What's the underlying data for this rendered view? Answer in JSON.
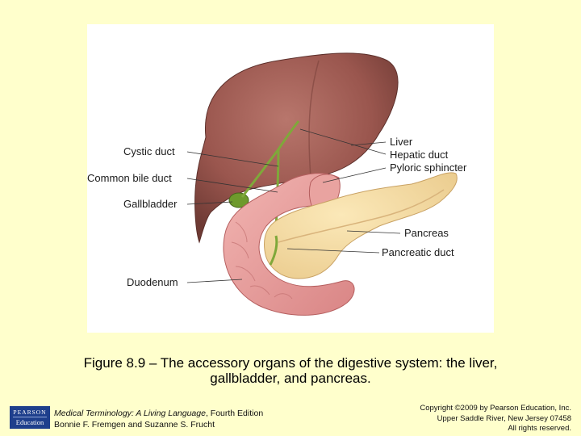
{
  "figure": {
    "labels": {
      "cystic_duct": "Cystic duct",
      "common_bile_duct": "Common bile duct",
      "gallbladder": "Gallbladder",
      "duodenum": "Duodenum",
      "liver": "Liver",
      "hepatic_duct": "Hepatic duct",
      "pyloric_sphincter": "Pyloric sphincter",
      "pancreas": "Pancreas",
      "pancreatic_duct": "Pancreatic duct"
    }
  },
  "caption": {
    "line1": "Figure 8.9 – The accessory organs of the digestive system: the liver,",
    "line2": "gallbladder, and pancreas."
  },
  "footer": {
    "book_title": "Medical Terminology: A Living Language",
    "edition": ", Fourth Edition",
    "authors": "Bonnie F. Fremgen and Suzanne S. Frucht",
    "copyright_line1": "Copyright ©2009 by Pearson Education, Inc.",
    "copyright_line2": "Upper Saddle River, New Jersey 07458",
    "copyright_line3": "All rights reserved.",
    "logo_line1": "PEARSON",
    "logo_line2": "Education"
  },
  "colors": {
    "background": "#FFFFCC",
    "liver": "#9E5A52",
    "pancreas": "#F3D9A0",
    "duodenum": "#E59A9A",
    "gallbladder": "#6E9A2C"
  }
}
